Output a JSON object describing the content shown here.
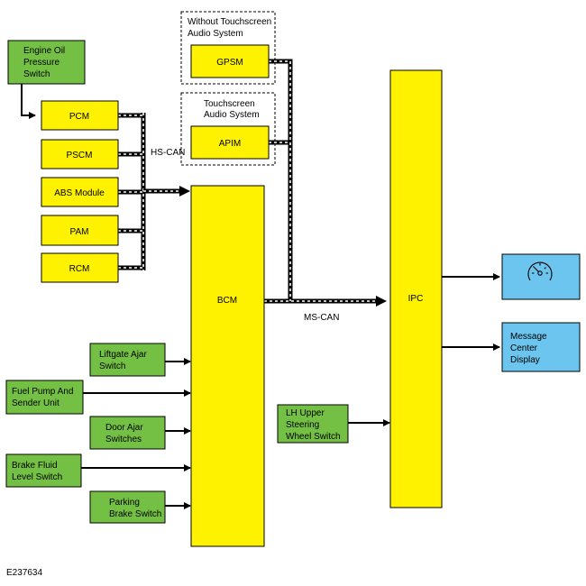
{
  "groups": {
    "without_touchscreen": [
      "Without Touchscreen",
      "Audio System"
    ],
    "touchscreen": [
      "Touchscreen",
      "Audio System"
    ]
  },
  "modules": {
    "gpsm": "GPSM",
    "apim": "APIM",
    "pcm": "PCM",
    "pscm": "PSCM",
    "abs": "ABS Module",
    "pam": "PAM",
    "rcm": "RCM",
    "bcm": "BCM",
    "ipc": "IPC"
  },
  "inputs": {
    "engine_oil": [
      "Engine Oil",
      "Pressure",
      "Switch"
    ],
    "liftgate": [
      "Liftgate Ajar",
      "Switch"
    ],
    "fuel_pump": [
      "Fuel Pump And",
      "Sender Unit"
    ],
    "door_ajar": [
      "Door Ajar",
      "Switches"
    ],
    "brake_fluid": [
      "Brake Fluid",
      "Level Switch"
    ],
    "parking_brake": [
      "Parking",
      "Brake Switch"
    ],
    "lh_steering": [
      "LH Upper",
      "Steering",
      "Wheel Switch"
    ]
  },
  "outputs": {
    "message_center": [
      "Message",
      "Center",
      "Display"
    ],
    "gauge_icon": "speedometer-icon"
  },
  "buses": {
    "hs_can": "HS-CAN",
    "ms_can": "MS-CAN"
  },
  "figure_id": "E237634",
  "colors": {
    "module_yellow": "#fff200",
    "input_green": "#74c044",
    "output_blue": "#6cc5ee"
  }
}
